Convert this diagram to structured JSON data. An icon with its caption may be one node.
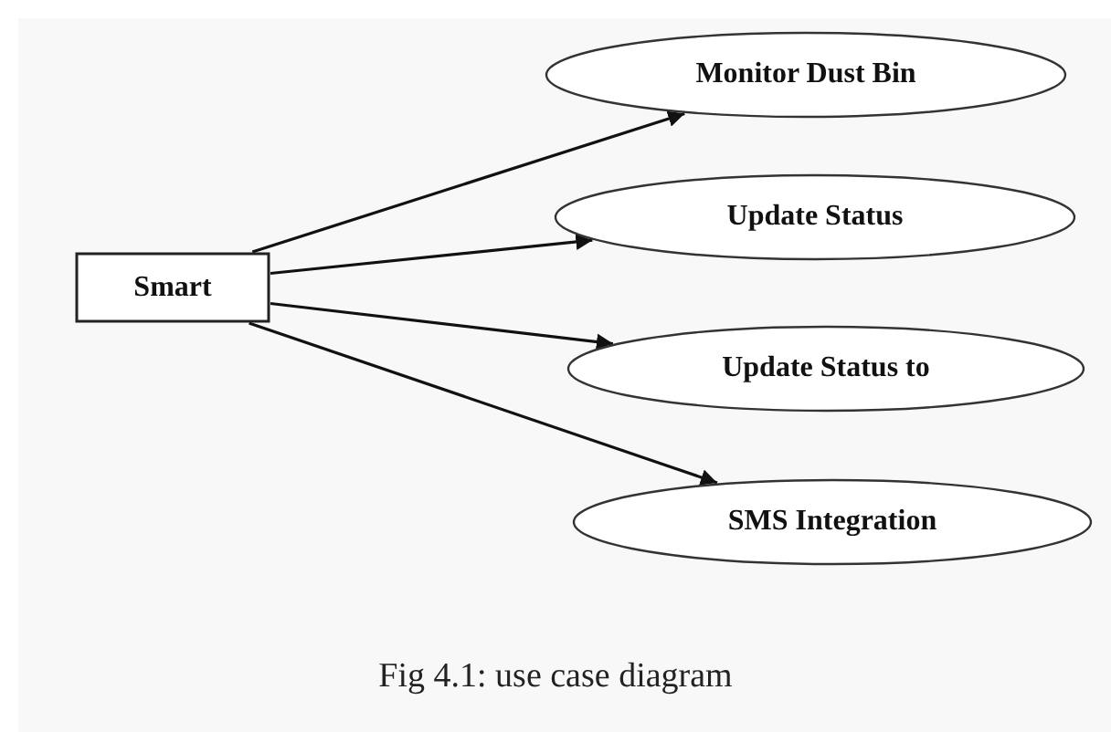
{
  "diagram": {
    "caption": "Fig 4.1: use case diagram",
    "nodes": [
      {
        "text": [
          "Smart"
        ]
      },
      {
        "text": [
          "Monitor Dust Bin"
        ]
      },
      {
        "text": [
          "Update Status"
        ]
      },
      {
        "text": [
          "Update Status to"
        ]
      },
      {
        "text": [
          "SMS Integration"
        ]
      }
    ],
    "edges": [
      {
        "from": 0,
        "to": 1,
        "arrow": "to"
      },
      {
        "from": 0,
        "to": 2,
        "arrow": "to"
      },
      {
        "from": 0,
        "to": 3,
        "arrow": "to"
      },
      {
        "from": 0,
        "to": 4,
        "arrow": "to"
      }
    ]
  }
}
